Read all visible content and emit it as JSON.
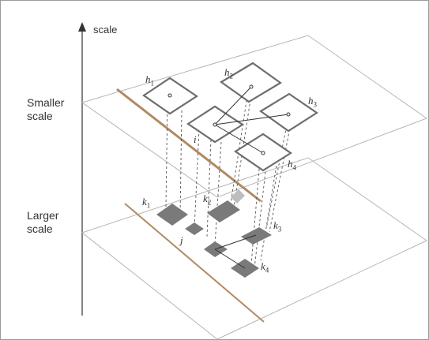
{
  "axis": {
    "label": "scale"
  },
  "levels": {
    "smaller": {
      "line1": "Smaller",
      "line2": "scale"
    },
    "larger": {
      "line1": "Larger",
      "line2": "scale"
    }
  },
  "nodes": {
    "h1": {
      "base": "h",
      "sub": "1"
    },
    "h2": {
      "base": "h",
      "sub": "2"
    },
    "h3": {
      "base": "h",
      "sub": "3"
    },
    "h4": {
      "base": "h",
      "sub": "4"
    },
    "i": {
      "base": "i",
      "sub": ""
    },
    "k1": {
      "base": "k",
      "sub": "1"
    },
    "k2": {
      "base": "k",
      "sub": "2"
    },
    "k3": {
      "base": "k",
      "sub": "3"
    },
    "k4": {
      "base": "k",
      "sub": "4"
    },
    "j": {
      "base": "j",
      "sub": ""
    }
  },
  "colors": {
    "plane_edge": "#b5b5b5",
    "road": "#b08a63",
    "square_outline": "#6e6e6e",
    "shadow_fill": "#7a7a7a",
    "text": "#333333"
  }
}
